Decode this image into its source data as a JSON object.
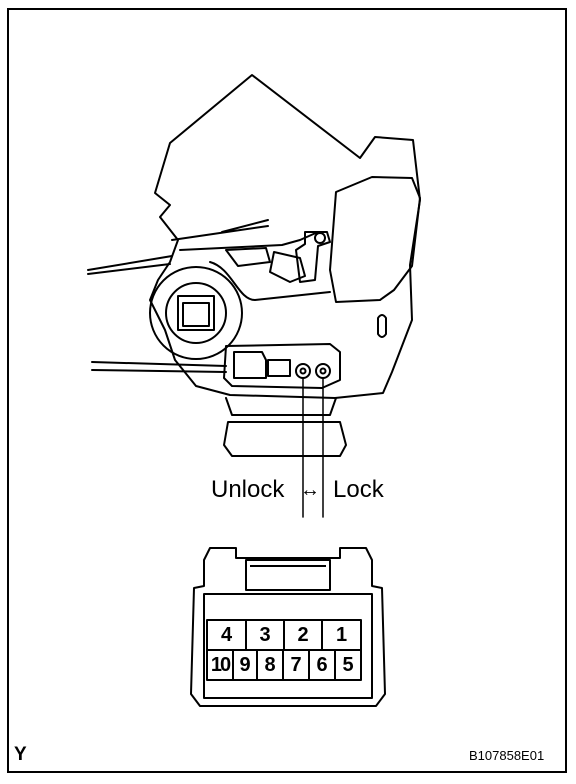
{
  "labels": {
    "unlock": "Unlock",
    "lock": "Lock",
    "direction_arrow": "↔",
    "corner_mark": "Y",
    "figure_id": "B107858E01"
  },
  "connector": {
    "top_row": [
      "4",
      "3",
      "2",
      "1"
    ],
    "bottom_row": [
      "10",
      "9",
      "8",
      "7",
      "6",
      "5"
    ]
  }
}
